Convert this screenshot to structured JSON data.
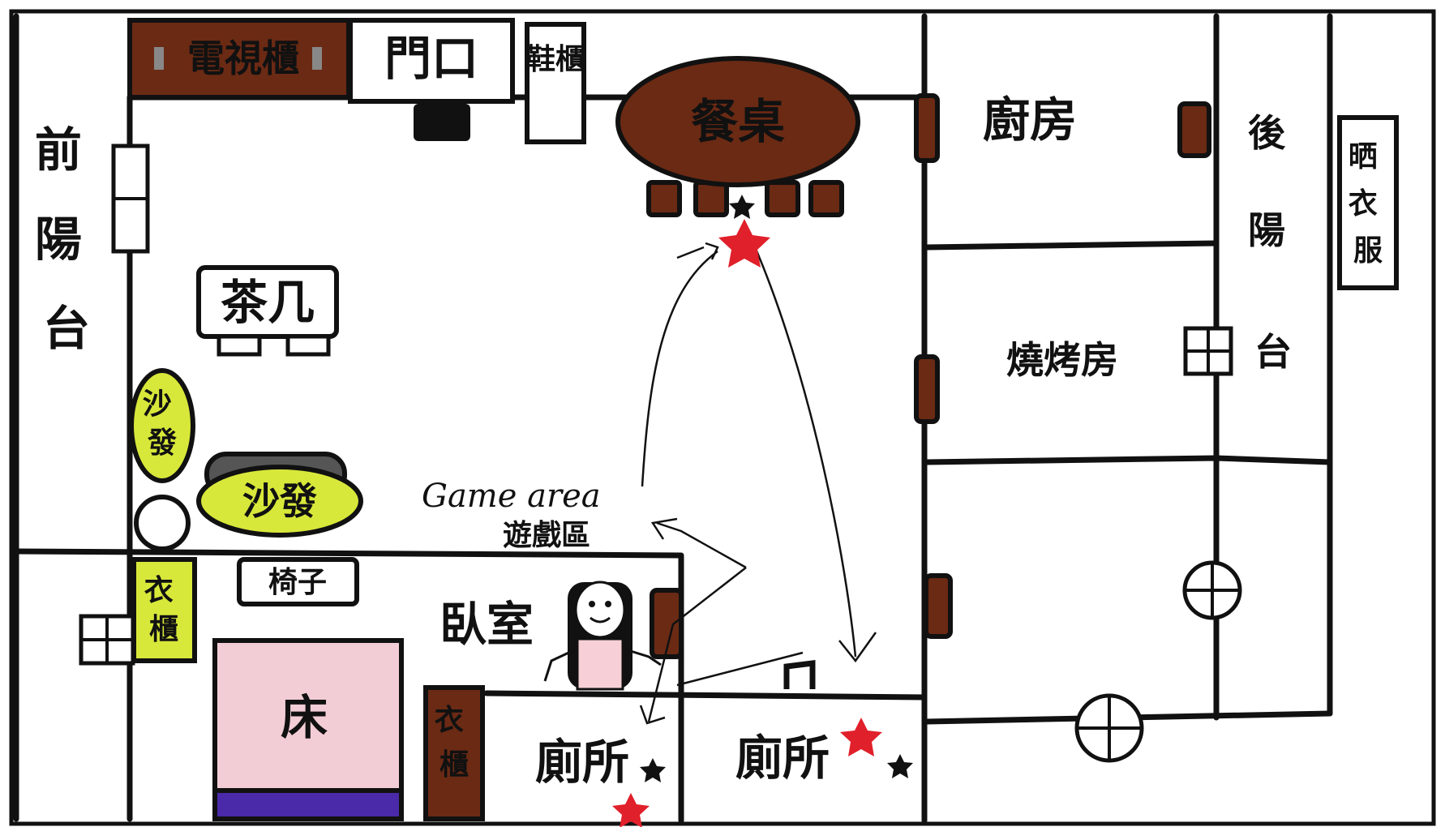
{
  "labels": {
    "tv_cabinet": "電視櫃",
    "entrance": "門口",
    "shoe_cabinet": "鞋櫃",
    "dining_table": "餐桌",
    "kitchen": "廚房",
    "back_balcony": "後陽台",
    "laundry": "晒衣服",
    "front_balcony": "前陽台",
    "tea_table": "茶几",
    "sofa_vertical": "沙發",
    "sofa": "沙發",
    "game_area": "Game area",
    "game_area_zh": "遊戲區",
    "chair": "椅子",
    "bedroom": "臥室",
    "wardrobe_left": "衣櫃",
    "bed": "床",
    "wardrobe_bottom": "衣櫃",
    "restroom_left": "廁所",
    "restroom_right": "廁所",
    "ironing_room": "燒烤房"
  },
  "colors": {
    "wall": "#111111",
    "wood": "#6b2a14",
    "sofa": "#d8e83a",
    "bed": "#f3cdd6",
    "bed_blanket": "#4a2aa8",
    "star": "#e0202a"
  }
}
